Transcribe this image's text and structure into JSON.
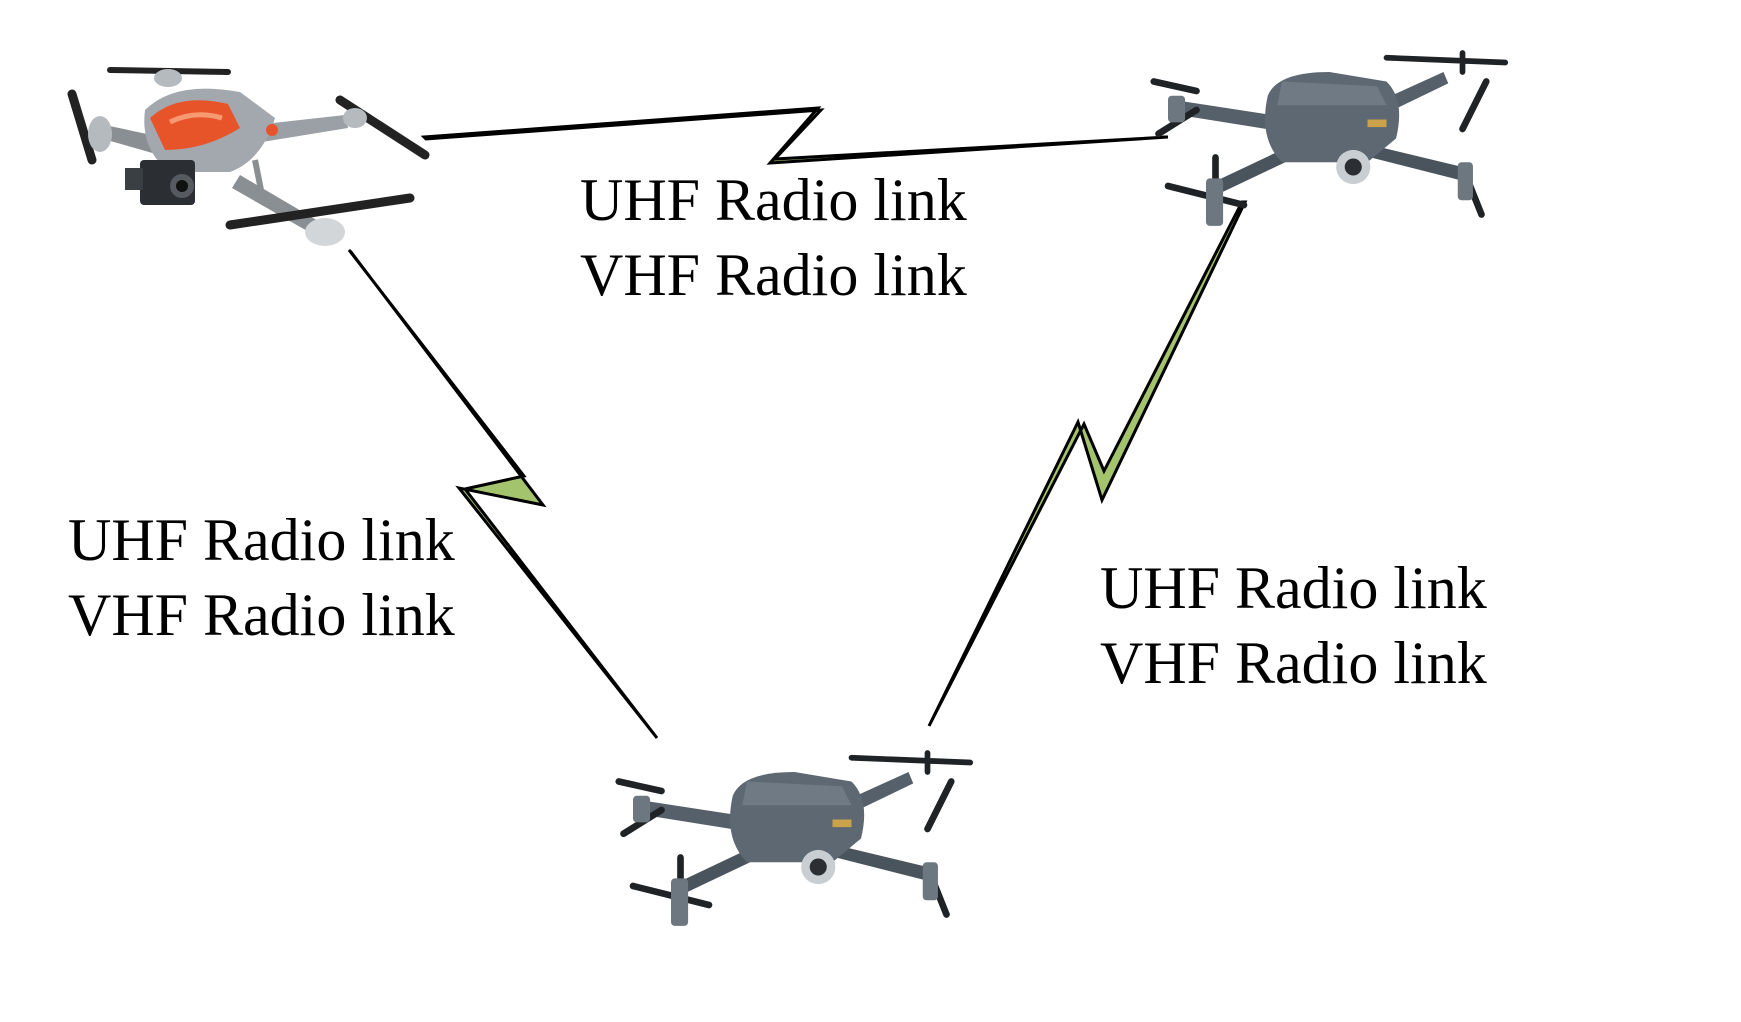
{
  "links": [
    {
      "id": "top",
      "line1": "UHF Radio link",
      "line2": "VHF Radio link"
    },
    {
      "id": "left",
      "line1": "UHF Radio link",
      "line2": "VHF Radio link"
    },
    {
      "id": "right",
      "line1": "UHF Radio link",
      "line2": "VHF Radio link"
    }
  ],
  "colors": {
    "bolt_fill": "#a4c36d",
    "bolt_stroke": "#000000",
    "drone_body": "#5b6670",
    "drone_dark": "#2b2f33",
    "accent_orange": "#e8542a"
  }
}
